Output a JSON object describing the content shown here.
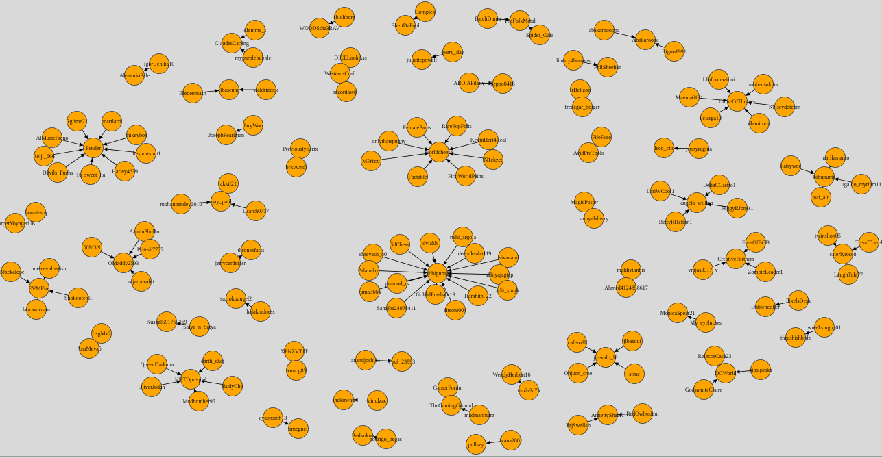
{
  "colors": {
    "background": "#d9d9d9",
    "node_fill": "#ffa500",
    "node_stroke": "#333333",
    "edge": "#000000"
  },
  "chart_data": {
    "type": "network",
    "directed": true,
    "nodes": [
      "IgorUchiha10",
      "AleatorioPale",
      "Bledenmash",
      "ilbascuna",
      "waldrizesse",
      "ClaudesCarting",
      "dlemme_s",
      "mypurplebubble",
      "WOODSthe3RAV",
      "sbichborz",
      "DICELookAss",
      "WesterosCraft",
      "razordawd_",
      "BheitDaFopl",
      "Complex",
      "juliettepowell",
      "every_day",
      "BatchDuma",
      "TheFolkMetal",
      "Spider_Gaia",
      "abakaroooona",
      "Abakaroona",
      "Bigno1991",
      "liberty4humans",
      "PhilSheehan",
      "ABOlAFdaily",
      "beppo0416",
      "IrBelizon",
      "fredegar_bolger",
      "LInformazioni",
      "Maema6131",
      "GameOfThrones",
      "mbbensuketa",
      "Kelseydotcom",
      "ilelarga10",
      "dbaniroon",
      "Rgtime21",
      "martlarri",
      "AlMusicFreno",
      "mikeybox",
      "Fender",
      "Reiji_666",
      "thesportsnut1",
      "D3vils_Fuchs",
      "Tu_sweet_lta",
      "Harley4639",
      "JosephPearlman",
      "JaryWoo",
      "FemalePants",
      "RarePopFolts",
      "onlythatspunny",
      "worldcheese",
      "KevinHert4Real",
      "MFrizzt",
      "N1ckzet",
      "Factable",
      "FirstWorldPains",
      "FileFuse",
      "AvidProTools",
      "deco_cito",
      "jeunyregina",
      "Patrywoe",
      "bibupunte",
      "marilamardo",
      "ugaldo_myriam11",
      "nai_alt",
      "PreviouslySerix",
      "brxvwndl",
      "akkil21",
      "mohanpandey2010",
      "ajay_patil",
      "Usarsh0777",
      "LariWCool1",
      "DeliaCCastro1",
      "angela_willfan",
      "PeggyRJones1",
      "BettyRHelton1",
      "MagicPoster",
      "sainyalsherry",
      "Bonniesrq",
      "HarperVoyagerUK",
      "AaminPhullar",
      "50M3N",
      "Pritesh7777",
      "OMaddy2593",
      "rajarpurohit",
      "5dChess",
      "dvlakh",
      "rishi_argola",
      "shreyasn_80",
      "deepaksaha119",
      "Palamibyt",
      "abhiguruji",
      "isivanand",
      "ruma3666",
      "pramod_rs",
      "abhiyajagtap",
      "adit_singh",
      "GoldalPrashant13",
      "Harshith_22",
      "Sahalba24978411",
      "fitsoni004",
      "FansOfBOB",
      "CreativePartners",
      "twinslion05",
      "TrendTravel",
      "vrajas3317_v",
      "ZombieLeader1",
      "caterlyrose8",
      "LaughTale77",
      "thronesfacts",
      "jerrycarderasr",
      "suzlokuangel2",
      "halakindness",
      "meleevalisstish",
      "iBJackalope",
      "EVMFire",
      "ShokoofehR",
      "lauravarnam",
      "maldivianhis",
      "Ahmed4124858617",
      "Dublencoller",
      "PixelsDesk",
      "MonicaSpear21",
      "My_eyebrows",
      "LsgMx2",
      "AnaMeva5",
      "KushalS9176_769",
      "Satya_n_Satya",
      "wreeksingh_01",
      "theashishbrdz",
      "QueenDarkuna",
      "darth_ekaj",
      "HHTDprequel",
      "OliverJodan",
      "RudyChe",
      "Mudbomber95",
      "XPNZVTJT",
      "aamcg83",
      "anandjoshi11",
      "Paul_23993",
      "cafero9l",
      "jlbasqui",
      "jirevalo_lP",
      "Ohjuan_cme",
      "sfme",
      "ReleccaCasa23",
      "DCWorld",
      "pipsipinka",
      "GodsamiteClaire",
      "GamerForum",
      "TheGamingGround",
      "madmanmarz",
      "WendyHerbert16",
      "tim2r3a7h",
      "Bedkokoa",
      "rodrigo_pegas",
      "shakirwati",
      "ainulzac",
      "ayabnsmh13",
      "smegnei",
      "pollszy",
      "Ivana2801",
      "AnnettyShaaf1",
      "RedOwlnoJaul",
      "TajSwallah"
    ],
    "edges": [
      [
        "IgorUchiha10",
        "AleatorioPale"
      ],
      [
        "waldrizesse",
        "ilbascuna"
      ],
      [
        "Bledenmash",
        "ilbascuna"
      ],
      [
        "dlemme_s",
        "ClaudesCarting"
      ],
      [
        "mypurplebubble",
        "ClaudesCarting"
      ],
      [
        "sbichborz",
        "WOODSthe3RAV"
      ],
      [
        "DICELookAss",
        "WesterosCraft"
      ],
      [
        "razordawd_",
        "WesterosCraft"
      ],
      [
        "Complex",
        "BheitDaFopl"
      ],
      [
        "every_day",
        "juliettepowell"
      ],
      [
        "BatchDuma",
        "TheFolkMetal"
      ],
      [
        "Spider_Gaia",
        "TheFolkMetal"
      ],
      [
        "abakaroooona",
        "Abakaroona"
      ],
      [
        "Bigno1991",
        "Abakaroona"
      ],
      [
        "liberty4humans",
        "PhilSheehan"
      ],
      [
        "ABOlAFdaily",
        "beppo0416"
      ],
      [
        "IrBelizon",
        "fredegar_bolger"
      ],
      [
        "LInformazioni",
        "GameOfThrones"
      ],
      [
        "Maema6131",
        "GameOfThrones"
      ],
      [
        "mbbensuketa",
        "GameOfThrones"
      ],
      [
        "Kelseydotcom",
        "GameOfThrones"
      ],
      [
        "ilelarga10",
        "GameOfThrones"
      ],
      [
        "dbaniroon",
        "GameOfThrones"
      ],
      [
        "Rgtime21",
        "Fender"
      ],
      [
        "martlarri",
        "Fender"
      ],
      [
        "AlMusicFreno",
        "Fender"
      ],
      [
        "mikeybox",
        "Fender"
      ],
      [
        "Reiji_666",
        "Fender"
      ],
      [
        "thesportsnut1",
        "Fender"
      ],
      [
        "D3vils_Fuchs",
        "Fender"
      ],
      [
        "Tu_sweet_lta",
        "Fender"
      ],
      [
        "Harley4639",
        "Fender"
      ],
      [
        "JaryWoo",
        "JosephPearlman"
      ],
      [
        "FemalePants",
        "worldcheese"
      ],
      [
        "RarePopFolts",
        "worldcheese"
      ],
      [
        "onlythatspunny",
        "worldcheese"
      ],
      [
        "KevinHert4Real",
        "worldcheese"
      ],
      [
        "MFrizzt",
        "worldcheese"
      ],
      [
        "N1ckzet",
        "worldcheese"
      ],
      [
        "Factable",
        "worldcheese"
      ],
      [
        "FirstWorldPains",
        "worldcheese"
      ],
      [
        "FileFuse",
        "AvidProTools"
      ],
      [
        "jeunyregina",
        "deco_cito"
      ],
      [
        "Patrywoe",
        "bibupunte"
      ],
      [
        "marilamardo",
        "bibupunte"
      ],
      [
        "ugaldo_myriam11",
        "bibupunte"
      ],
      [
        "nai_alt",
        "bibupunte"
      ],
      [
        "akkil21",
        "ajay_patil"
      ],
      [
        "mohanpandey2010",
        "ajay_patil"
      ],
      [
        "Usarsh0777",
        "ajay_patil"
      ],
      [
        "LariWCool1",
        "angela_willfan"
      ],
      [
        "DeliaCCastro1",
        "angela_willfan"
      ],
      [
        "PeggyRJones1",
        "angela_willfan"
      ],
      [
        "BettyRHelton1",
        "angela_willfan"
      ],
      [
        "MagicPoster",
        "sainyalsherry"
      ],
      [
        "AaminPhullar",
        "OMaddy2593"
      ],
      [
        "50M3N",
        "OMaddy2593"
      ],
      [
        "Pritesh7777",
        "OMaddy2593"
      ],
      [
        "rajarpurohit",
        "OMaddy2593"
      ],
      [
        "5dChess",
        "abhiguruji"
      ],
      [
        "dvlakh",
        "abhiguruji"
      ],
      [
        "rishi_argola",
        "abhiguruji"
      ],
      [
        "shreyasn_80",
        "abhiguruji"
      ],
      [
        "deepaksaha119",
        "abhiguruji"
      ],
      [
        "Palamibyt",
        "abhiguruji"
      ],
      [
        "isivanand",
        "abhiguruji"
      ],
      [
        "ruma3666",
        "abhiguruji"
      ],
      [
        "pramod_rs",
        "abhiguruji"
      ],
      [
        "abhiyajagtap",
        "abhiguruji"
      ],
      [
        "adit_singh",
        "abhiguruji"
      ],
      [
        "GoldalPrashant13",
        "abhiguruji"
      ],
      [
        "Harshith_22",
        "abhiguruji"
      ],
      [
        "Sahalba24978411",
        "abhiguruji"
      ],
      [
        "fitsoni004",
        "abhiguruji"
      ],
      [
        "FansOfBOB",
        "CreativePartners"
      ],
      [
        "vrajas3317_v",
        "CreativePartners"
      ],
      [
        "ZombieLeader1",
        "CreativePartners"
      ],
      [
        "twinslion05",
        "caterlyrose8"
      ],
      [
        "TrendTravel",
        "caterlyrose8"
      ],
      [
        "LaughTale77",
        "caterlyrose8"
      ],
      [
        "jerrycarderasr",
        "thronesfacts"
      ],
      [
        "halakindness",
        "suzlokuangel2"
      ],
      [
        "meleevalisstish",
        "EVMFire"
      ],
      [
        "iBJackalope",
        "EVMFire"
      ],
      [
        "ShokoofehR",
        "EVMFire"
      ],
      [
        "lauravarnam",
        "EVMFire"
      ],
      [
        "maldivianhis",
        "Ahmed4124858617"
      ],
      [
        "PixelsDesk",
        "Dublencoller"
      ],
      [
        "My_eyebrows",
        "MonicaSpear21"
      ],
      [
        "LsgMx2",
        "AnaMeva5"
      ],
      [
        "Satya_n_Satya",
        "KushalS9176_769"
      ],
      [
        "wreeksingh_01",
        "theashishbrdz"
      ],
      [
        "QueenDarkuna",
        "HHTDprequel"
      ],
      [
        "darth_ekaj",
        "HHTDprequel"
      ],
      [
        "OliverJodan",
        "HHTDprequel"
      ],
      [
        "RudyChe",
        "HHTDprequel"
      ],
      [
        "Mudbomber95",
        "HHTDprequel"
      ],
      [
        "XPNZVTJT",
        "aamcg83"
      ],
      [
        "anandjoshi11",
        "Paul_23993"
      ],
      [
        "cafero9l",
        "jirevalo_lP"
      ],
      [
        "jlbasqui",
        "jirevalo_lP"
      ],
      [
        "Ohjuan_cme",
        "jirevalo_lP"
      ],
      [
        "sfme",
        "jirevalo_lP"
      ],
      [
        "ReleccaCasa23",
        "DCWorld"
      ],
      [
        "pipsipinka",
        "DCWorld"
      ],
      [
        "GodsamiteClaire",
        "DCWorld"
      ],
      [
        "GamerForum",
        "TheGamingGround"
      ],
      [
        "madmanmarz",
        "TheGamingGround"
      ],
      [
        "WendyHerbert16",
        "tim2r3a7h"
      ],
      [
        "rodrigo_pegas",
        "Bedkokoa"
      ],
      [
        "ainulzac",
        "shakirwati"
      ],
      [
        "ayabnsmh13",
        "smegnei"
      ],
      [
        "Ivana2801",
        "pollszy"
      ],
      [
        "RedOwlnoJaul",
        "AnnettyShaaf1"
      ],
      [
        "TajSwallah",
        "AnnettyShaaf1"
      ]
    ]
  }
}
